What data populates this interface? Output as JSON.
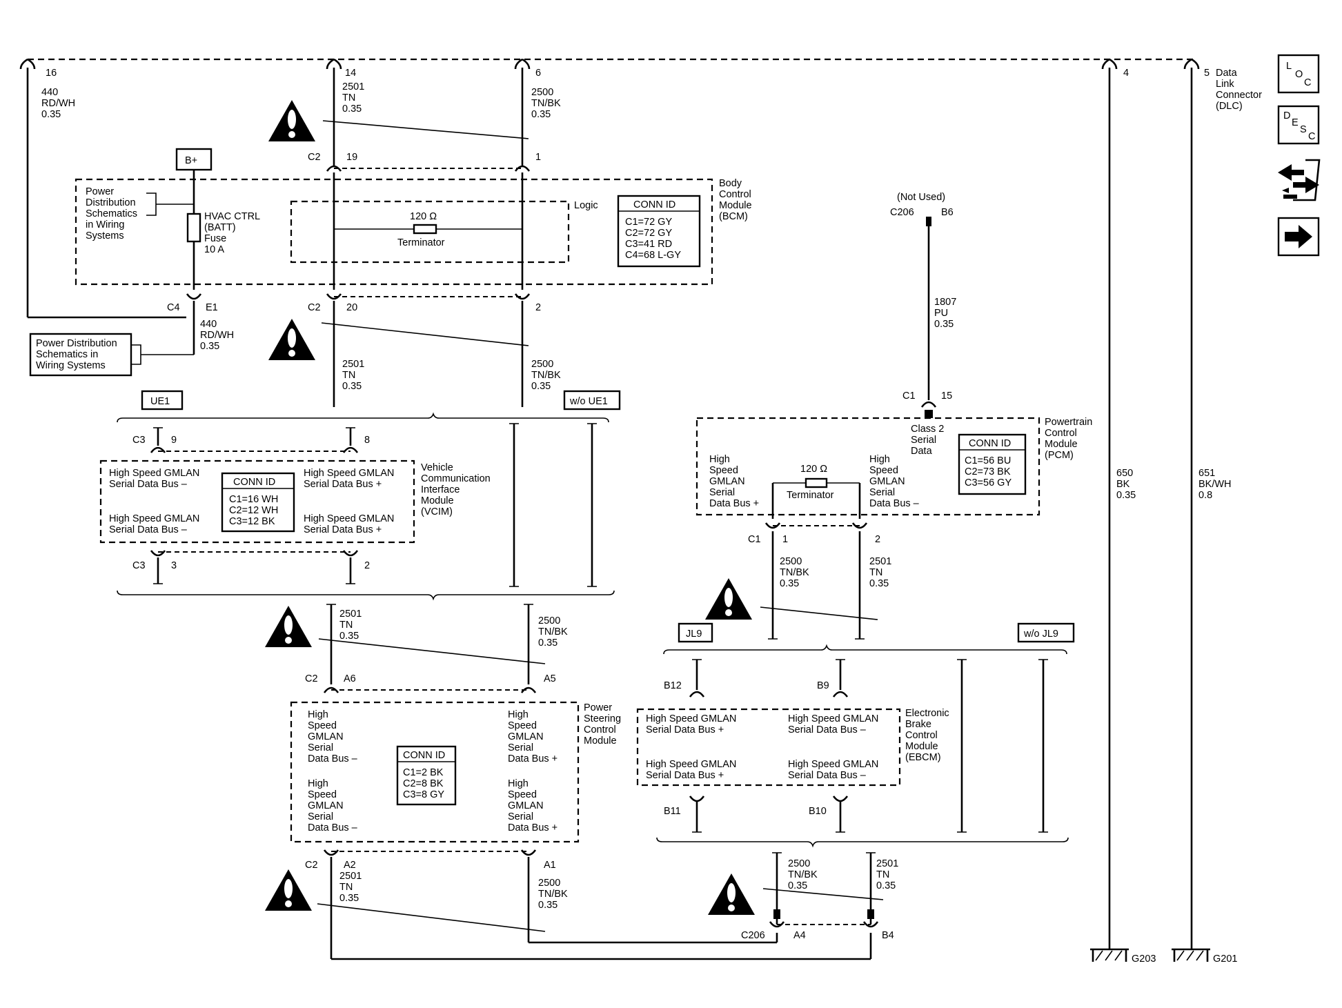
{
  "dlc": {
    "pins": [
      "16",
      "14",
      "6",
      "4"
    ],
    "pin5": "5",
    "title_lines": [
      "Data",
      "Link",
      "Connector",
      "(DLC)"
    ]
  },
  "nav": {
    "loc": [
      "L",
      "O",
      "C"
    ],
    "desc": [
      "D",
      "E",
      "S",
      "C"
    ]
  },
  "wires": {
    "w440": [
      "440",
      "RD/WH",
      "0.35"
    ],
    "w2501": [
      "2501",
      "TN",
      "0.35"
    ],
    "w2500": [
      "2500",
      "TN/BK",
      "0.35"
    ],
    "w1807": [
      "1807",
      "PU",
      "0.35"
    ],
    "w650": [
      "650",
      "BK",
      "0.35"
    ],
    "w651": [
      "651",
      "BK/WH",
      "0.8"
    ]
  },
  "b_plus": "B+",
  "bcm": {
    "title_lines": [
      "Body",
      "Control",
      "Module",
      "(BCM)"
    ],
    "power_dist_lines": [
      "Power",
      "Distribution",
      "Schematics",
      "in Wiring",
      "Systems"
    ],
    "fuse_lines": [
      "HVAC CTRL",
      "(BATT)",
      "Fuse",
      "10 A"
    ],
    "logic": "Logic",
    "terminator_value": "120 Ω",
    "terminator": "Terminator",
    "conn_id_title": "CONN ID",
    "conn_ids": [
      "C1=72 GY",
      "C2=72 GY",
      "C3=41 RD",
      "C4=68 L-GY"
    ],
    "c2": "C2",
    "pin19": "19",
    "pin1": "1",
    "pin20": "20",
    "pin2": "2",
    "c4": "C4",
    "e1": "E1"
  },
  "power_dist_box_lines": [
    "Power Distribution",
    "Schematics in",
    "Wiring Systems"
  ],
  "options": {
    "ue1": "UE1",
    "wo_ue1": "w/o UE1",
    "jl9": "JL9",
    "wo_jl9": "w/o JL9"
  },
  "vcim": {
    "title_lines": [
      "Vehicle",
      "Communication",
      "Interface",
      "Module",
      "(VCIM)"
    ],
    "hs_minus": [
      "High Speed GMLAN",
      "Serial Data Bus –"
    ],
    "hs_plus": [
      "High Speed GMLAN",
      "Serial Data Bus +"
    ],
    "conn_id_title": "CONN ID",
    "conn_ids": [
      "C1=16 WH",
      "C2=12 WH",
      "C3=12 BK"
    ],
    "c3": "C3",
    "pin9": "9",
    "pin8": "8",
    "pin3": "3",
    "pin2": "2"
  },
  "pscm": {
    "title_lines": [
      "Power",
      "Steering",
      "Control",
      "Module"
    ],
    "hs_minus": [
      "High",
      "Speed",
      "GMLAN",
      "Serial",
      "Data Bus –"
    ],
    "hs_plus": [
      "High",
      "Speed",
      "GMLAN",
      "Serial",
      "Data Bus +"
    ],
    "conn_id_title": "CONN ID",
    "conn_ids": [
      "C1=2 BK",
      "C2=8 BK",
      "C3=8 GY"
    ],
    "c2": "C2",
    "a6": "A6",
    "a5": "A5",
    "a2": "A2",
    "a1": "A1"
  },
  "pcm": {
    "title_lines": [
      "Powertrain",
      "Control",
      "Module",
      "(PCM)"
    ],
    "not_used": "(Not Used)",
    "c206": "C206",
    "b6": "B6",
    "c1": "C1",
    "pin15": "15",
    "class2": [
      "Class 2",
      "Serial",
      "Data"
    ],
    "hs_plus": [
      "High",
      "Speed",
      "GMLAN",
      "Serial",
      "Data Bus +"
    ],
    "hs_minus": [
      "High",
      "Speed",
      "GMLAN",
      "Serial",
      "Data Bus –"
    ],
    "terminator_value": "120 Ω",
    "terminator": "Terminator",
    "conn_id_title": "CONN ID",
    "conn_ids": [
      "C1=56 BU",
      "C2=73 BK",
      "C3=56 GY"
    ],
    "pin1": "1",
    "pin2": "2"
  },
  "ebcm": {
    "title_lines": [
      "Electronic",
      "Brake",
      "Control",
      "Module",
      "(EBCM)"
    ],
    "hs_plus": [
      "High Speed GMLAN",
      "Serial Data Bus +"
    ],
    "hs_minus": [
      "High Speed GMLAN",
      "Serial Data Bus –"
    ],
    "b12": "B12",
    "b9": "B9",
    "b11": "B11",
    "b10": "B10"
  },
  "c206": {
    "label": "C206",
    "a4": "A4",
    "b4": "B4"
  },
  "grounds": {
    "g203": "G203",
    "g201": "G201"
  }
}
